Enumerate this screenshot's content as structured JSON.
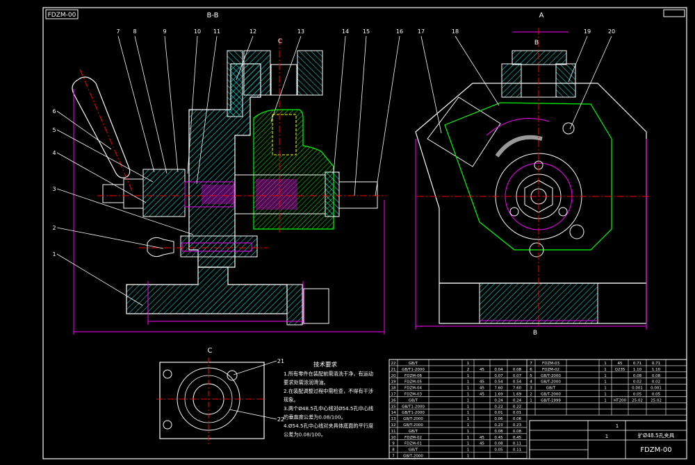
{
  "drawing": {
    "tag": "FDZM-00",
    "title_code": "FDZM-00",
    "title_name": "扩Ø48.5孔夹具"
  },
  "views": {
    "section_bb": "B-B",
    "view_a": "A",
    "view_c": "C",
    "marker_c": "C",
    "marker_b_top": "B",
    "marker_b_bottom": "B"
  },
  "balloons": {
    "left": [
      "7",
      "8",
      "9",
      "10",
      "11",
      "12",
      "13",
      "14",
      "15",
      "16"
    ],
    "side": [
      "6",
      "5",
      "4",
      "3",
      "2",
      "1"
    ],
    "right": [
      "17",
      "18",
      "19",
      "20"
    ],
    "bottom": [
      "21",
      "22"
    ]
  },
  "tech_requirements": {
    "heading": "技术要求",
    "lines": [
      "1.所有零件在装配前需清洗干净，有运动",
      "要求处需涂润滑油。",
      "2.在装配调整过程中需检查，不得有干涉",
      "现象。",
      "3.两个Ø48.5孔中心线对Ø54.5孔中心线",
      "的垂直度公差为0.08/100。",
      "4.Ø54.5孔中心线对夹具体底面的平行度",
      "公差为0.08/100。"
    ]
  },
  "parts_table": {
    "left_rows": [
      [
        "22",
        "GB/T",
        "",
        "1",
        "",
        "",
        ""
      ],
      [
        "21",
        "GB/T1-2000",
        "",
        "2",
        "45",
        "0.04",
        "0.08"
      ],
      [
        "20",
        "FDZM-06",
        "",
        "1",
        "",
        "0.07",
        "0.07"
      ],
      [
        "19",
        "FDZM-05",
        "",
        "1",
        "45",
        "0.54",
        "0.54"
      ],
      [
        "18",
        "FDZM-04",
        "",
        "1",
        "45",
        "7.60",
        "7.60"
      ],
      [
        "17",
        "FDZM-03",
        "",
        "1",
        "45",
        "1.69",
        "1.69"
      ],
      [
        "16",
        "GB/T",
        "",
        "1",
        "",
        "0.24",
        "0.24"
      ],
      [
        "15",
        "GB/T1-2000",
        "",
        "1",
        "",
        "0.22",
        "0.22"
      ],
      [
        "14",
        "GB/T1-2000",
        "",
        "1",
        "",
        "0.01",
        "0.01"
      ],
      [
        "13",
        "GB/T-2000",
        "",
        "1",
        "",
        "0.06",
        "0.06"
      ],
      [
        "12",
        "GB/T-2000",
        "",
        "1",
        "",
        "0.23",
        "0.23"
      ],
      [
        "11",
        "GB/T",
        "",
        "1",
        "",
        "0.08",
        "0.08"
      ],
      [
        "10",
        "FDZM-02",
        "",
        "1",
        "45",
        "0.45",
        "0.45"
      ],
      [
        "9",
        "FDZM-01",
        "",
        "1",
        "45",
        "0.08",
        "0.11"
      ],
      [
        "8",
        "GB/T",
        "",
        "1",
        "",
        "0.05",
        "0.11"
      ],
      [
        "7",
        "GB/T-2000",
        "",
        "1",
        "",
        "",
        ""
      ]
    ],
    "right_rows": [
      [
        "7",
        "FDZM-03",
        "",
        "1",
        "45",
        "0.71",
        "0.71"
      ],
      [
        "6",
        "FDZM-02",
        "",
        "1",
        "Q235",
        "1.10",
        "1.10"
      ],
      [
        "5",
        "GB/T-2000",
        "",
        "1",
        "",
        "0.08",
        "0.08"
      ],
      [
        "4",
        "GB/T-2000",
        "",
        "1",
        "",
        "0.02",
        "0.02"
      ],
      [
        "3",
        "GB/T",
        "",
        "1",
        "",
        "0.001",
        "0.001"
      ],
      [
        "2",
        "GB/T-2000",
        "",
        "1",
        "",
        "0.05",
        "0.05"
      ],
      [
        "1",
        "GB/T-1999",
        "",
        "1",
        "HT200",
        "25.02",
        "25.02"
      ]
    ],
    "scale": "1",
    "sheet": "1"
  },
  "colors": {
    "background": "#000000",
    "frame": "#ffffff",
    "section": "#00ffff",
    "dimension": "#ff00ff",
    "centerline": "#ff0000",
    "outline_alt": "#00ff00",
    "hidden": "#ffff00"
  }
}
